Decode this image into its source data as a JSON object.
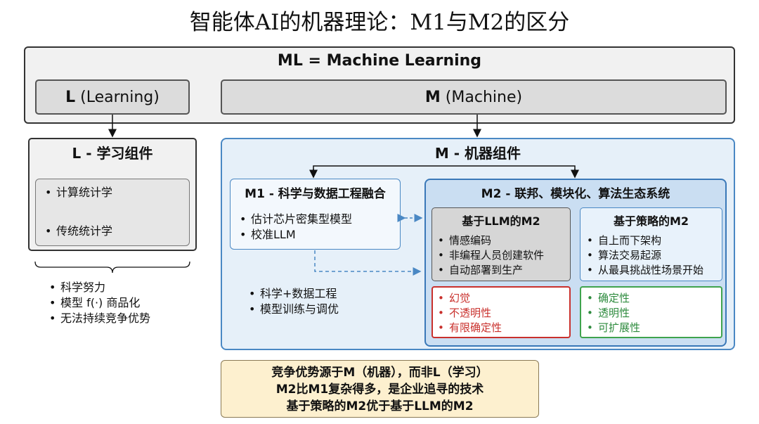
{
  "title": "智能体AI的机器理论：M1与M2的区分",
  "top": {
    "heading": "ML = Machine Learning",
    "l_box": {
      "bold": "L",
      "rest": " (Learning)"
    },
    "m_box": {
      "bold": "M",
      "rest": " (Machine)"
    }
  },
  "l_component": {
    "title": "L - 学习组件",
    "items": [
      "计算统计学",
      "传统统计学"
    ],
    "below": [
      "科学努力",
      "模型 f(·) 商品化",
      "无法持续竞争优势"
    ]
  },
  "m_component": {
    "title": "M - 机器组件",
    "m1": {
      "title": "M1 - 科学与数据工程融合",
      "items": [
        "估计芯片密集型模型",
        "校准LLM"
      ],
      "below": [
        "科学+数据工程",
        "模型训练与调优"
      ]
    },
    "m2": {
      "title": "M2 - 联邦、模块化、算法生态系统",
      "llm_based": {
        "title": "基于LLM的M2",
        "items": [
          "情感编码",
          "非编程人员创建软件",
          "自动部署到生产"
        ],
        "risks": [
          "幻觉",
          "不透明性",
          "有限确定性"
        ]
      },
      "strategy_based": {
        "title": "基于策略的M2",
        "items": [
          "自上而下架构",
          "算法交易起源",
          "从最具挑战性场景开始"
        ],
        "benefits": [
          "确定性",
          "透明性",
          "可扩展性"
        ]
      }
    }
  },
  "conclusion": {
    "lines": [
      "竞争优势源于M（机器），而非L（学习）",
      "M2比M1复杂得多，是企业追寻的技术",
      "基于策略的M2优于基于LLM的M2"
    ]
  },
  "colors": {
    "blue_border": "#4a88c4",
    "risk_red": "#c9302c",
    "benefit_green": "#3fa34d",
    "conclusion_bg": "#fdf0cf"
  }
}
